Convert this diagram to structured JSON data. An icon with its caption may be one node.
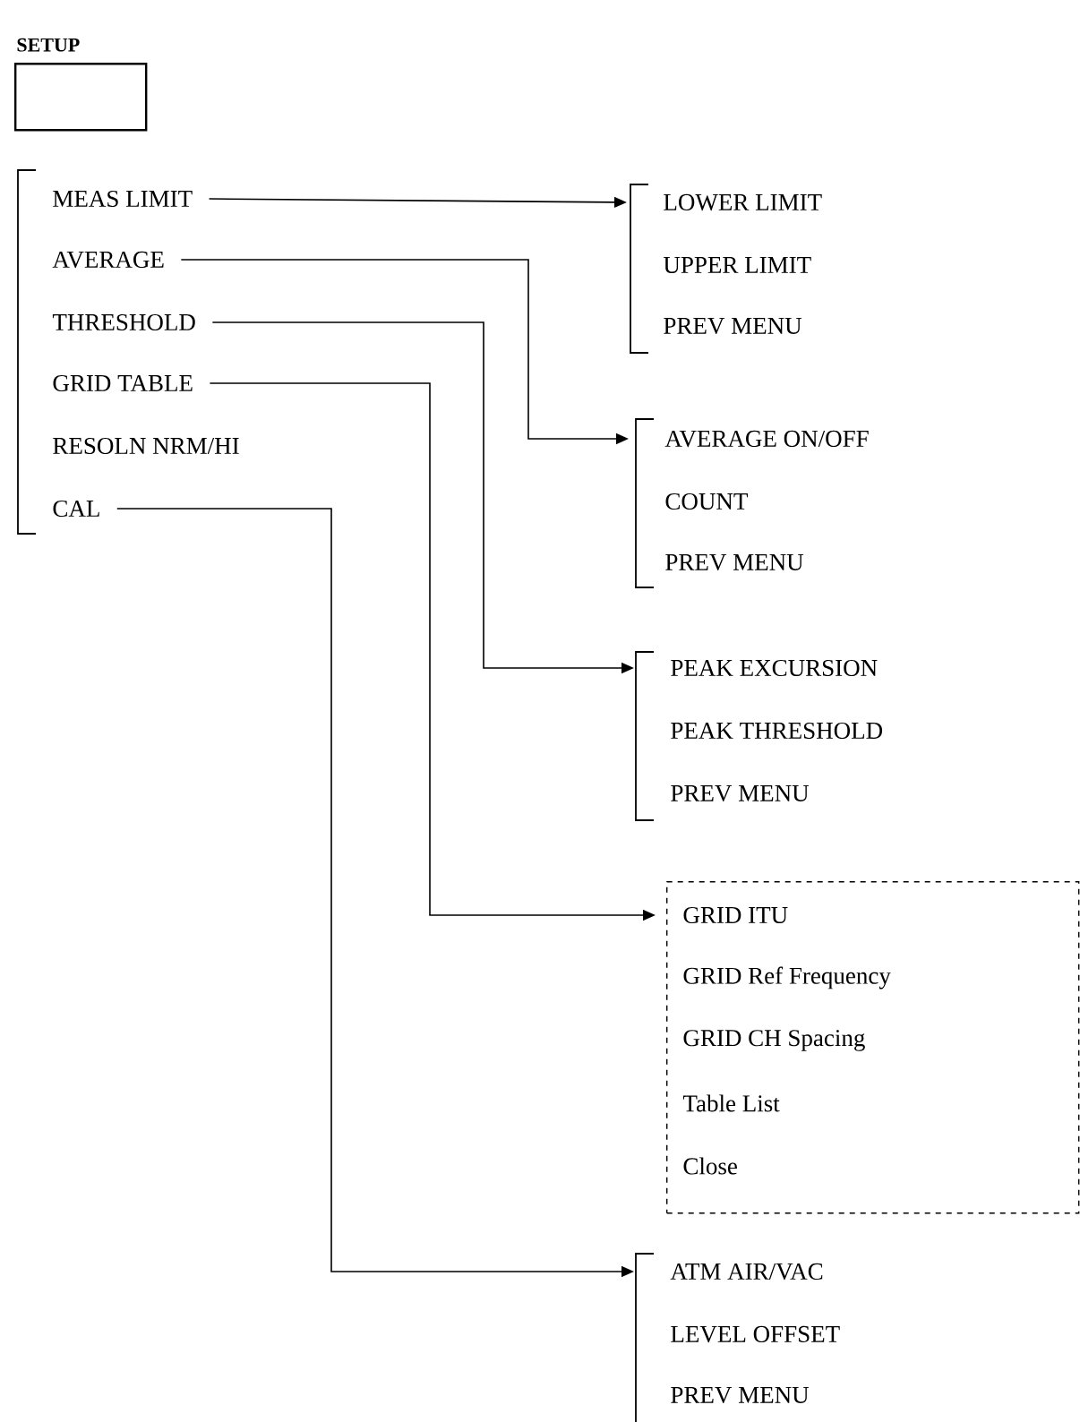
{
  "diagram": {
    "nodes": [
      {
        "text": [
          "SETUP"
        ]
      },
      {
        "text": [
          "MEAS LIMIT"
        ]
      },
      {
        "text": [
          "AVERAGE"
        ]
      },
      {
        "text": [
          "THRESHOLD"
        ]
      },
      {
        "text": [
          "GRID TABLE"
        ]
      },
      {
        "text": [
          "RESOLN NRM/HI"
        ]
      },
      {
        "text": [
          "CAL"
        ]
      },
      {
        "text": [
          "LOWER LIMIT"
        ]
      },
      {
        "text": [
          "UPPER LIMIT"
        ]
      },
      {
        "text": [
          "PREV MENU"
        ]
      },
      {
        "text": [
          "AVERAGE ON/OFF"
        ]
      },
      {
        "text": [
          "COUNT"
        ]
      },
      {
        "text": [
          "PREV MENU"
        ]
      },
      {
        "text": [
          "PEAK EXCURSION"
        ]
      },
      {
        "text": [
          "PEAK THRESHOLD"
        ]
      },
      {
        "text": [
          "PREV MENU"
        ]
      },
      {
        "text": [],
        "shape": "box"
      },
      {
        "text": [
          "GRID ITU"
        ],
        "in": 16
      },
      {
        "text": [
          "GRID Ref Frequency"
        ],
        "in": 16
      },
      {
        "text": [
          "GRID CH Spacing"
        ],
        "in": 16
      },
      {
        "text": [
          "Table List"
        ],
        "in": 16
      },
      {
        "text": [
          "Close"
        ],
        "in": 16
      },
      {
        "text": [
          "ATM AIR/VAC"
        ]
      },
      {
        "text": [
          "LEVEL OFFSET"
        ]
      },
      {
        "text": [
          "PREV MENU"
        ]
      }
    ],
    "edges": [
      {
        "from": 1,
        "to": 7,
        "arrow": "to"
      },
      {
        "from": 2,
        "to": 10,
        "arrow": "to"
      },
      {
        "from": 3,
        "to": 13,
        "arrow": "to"
      },
      {
        "from": 4,
        "to": 16,
        "arrow": "to"
      },
      {
        "from": 6,
        "to": 22,
        "arrow": "to"
      }
    ]
  }
}
